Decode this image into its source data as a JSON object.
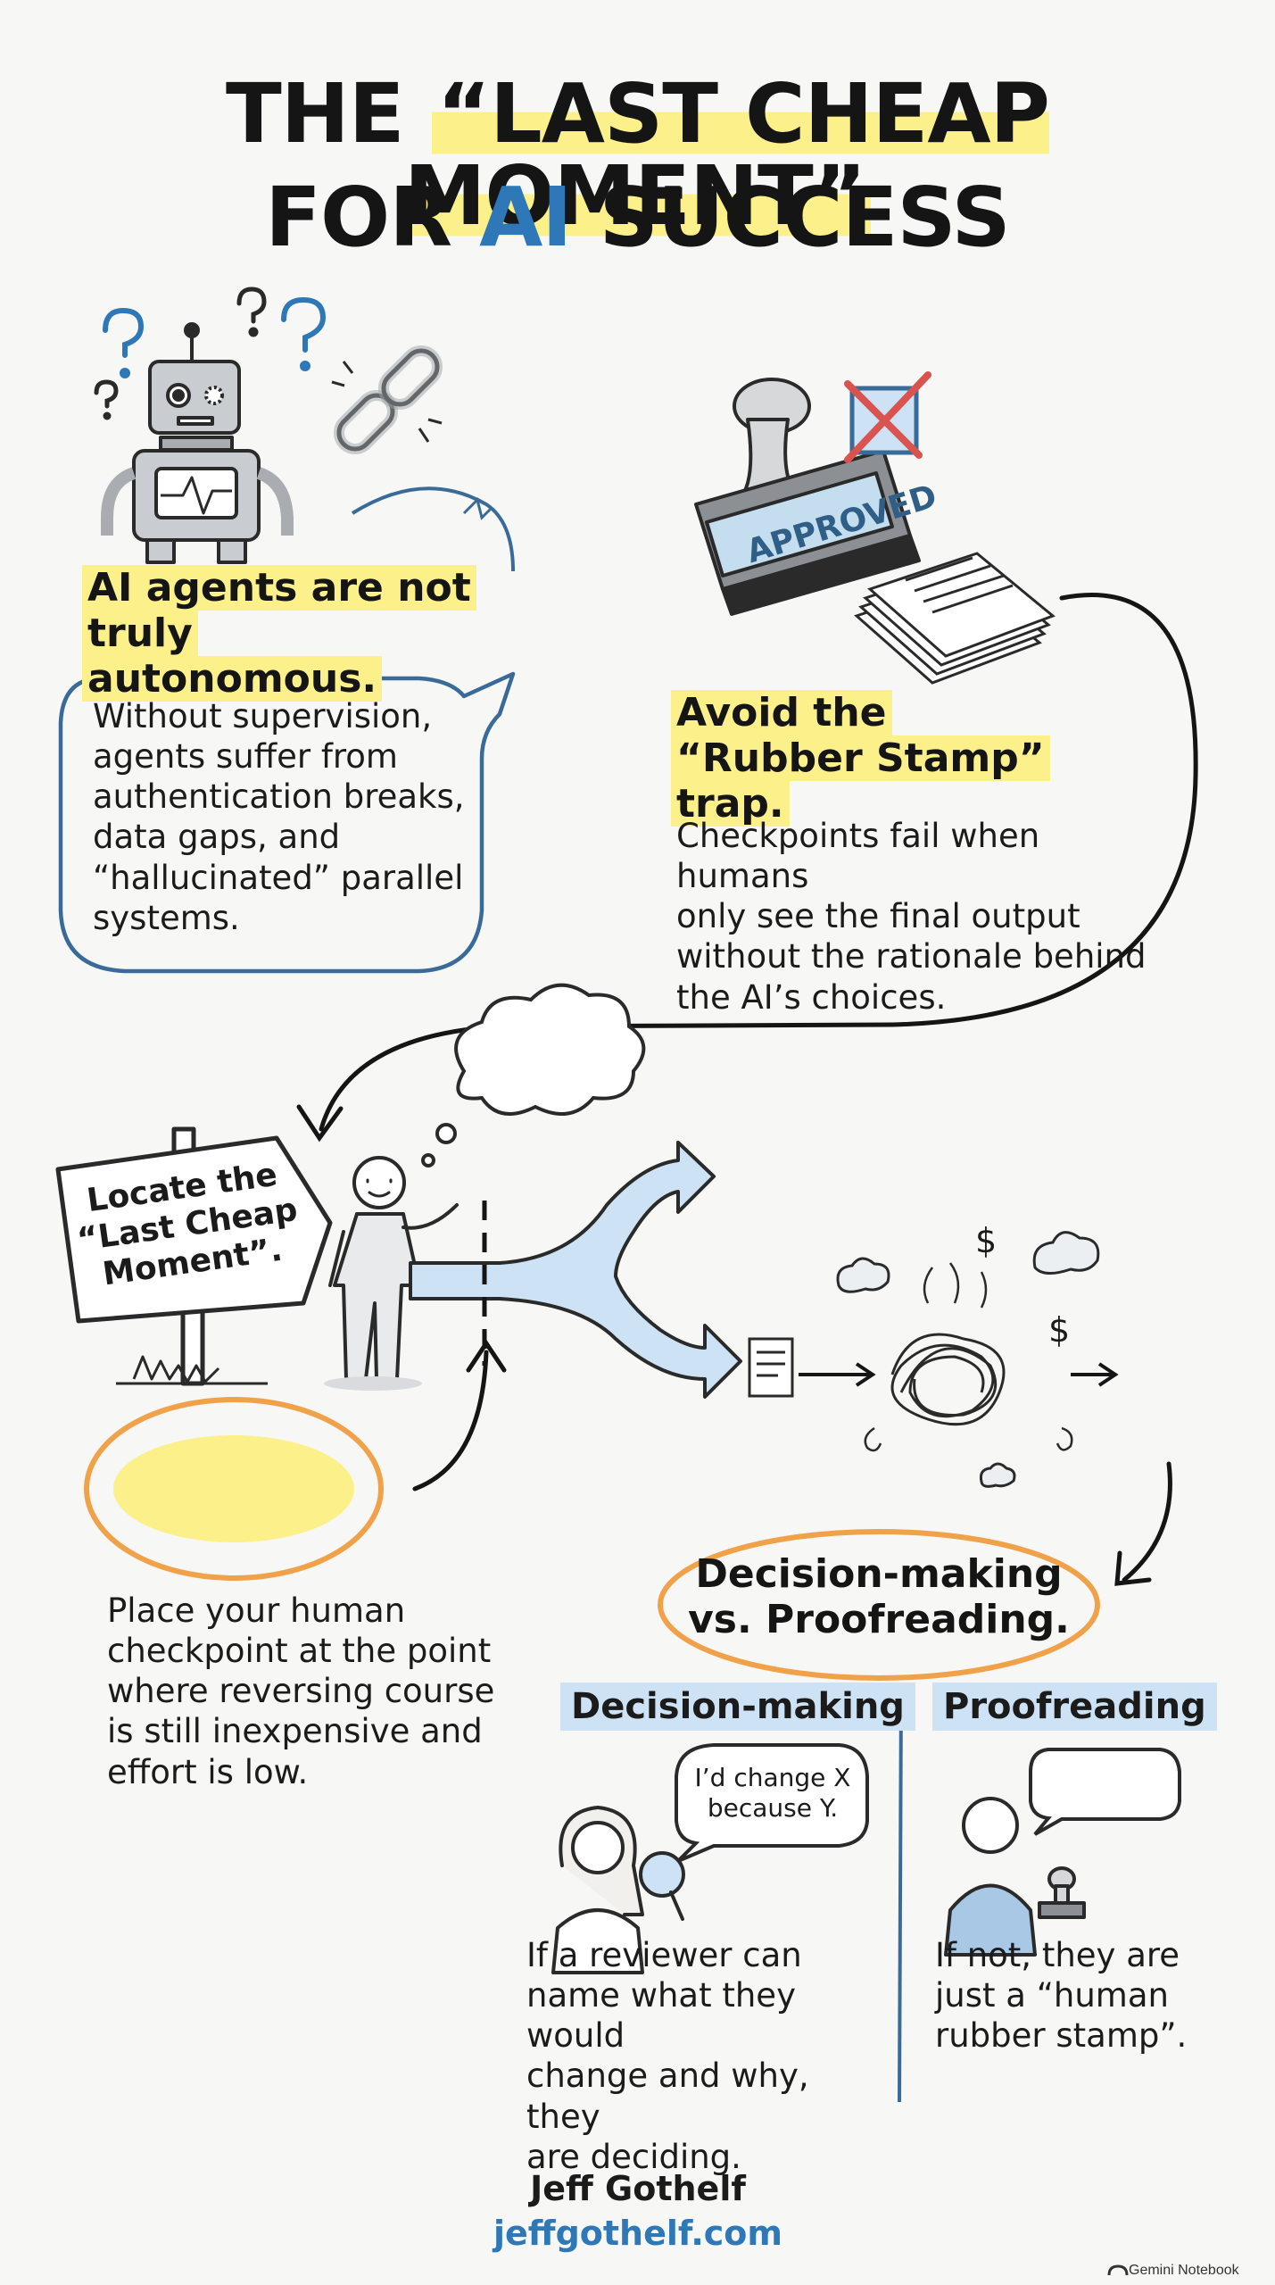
{
  "title": {
    "line1_pre": "THE ",
    "line1_highlight": "“LAST CHEAP MOMENT”",
    "line2_pre": "FOR ",
    "line2_accent": "AI",
    "line2_post": " SUCCESS"
  },
  "section_autonomy": {
    "heading": "AI agents are not truly autonomous.",
    "body": "Without supervision,\nagents suffer from\nauthentication breaks,\ndata gaps, and\n“hallucinated” parallel\nsystems."
  },
  "section_rubber_stamp": {
    "stamp_text": "APPROVED",
    "heading": "Avoid the “Rubber Stamp” trap.",
    "body": "Checkpoints fail when humans\nonly see the final output\nwithout the rationale behind\nthe AI’s choices."
  },
  "section_locate": {
    "sign_text": "Locate the\n“Last Cheap\nMoment”.",
    "body": "Place your human\ncheckpoint at the point\nwhere reversing course\nis still inexpensive and\neffort is low.",
    "money_symbol": "$"
  },
  "section_decision": {
    "heading": "Decision-making vs. Proofreading.",
    "decision_label": "Decision-making",
    "proofreading_label": "Proofreading",
    "decision_bubble": "I’d change X\nbecause Y.",
    "decision_body": "If a reviewer can\nname what they would\nchange and why, they\nare deciding.",
    "proofreading_body": "If not, they are\njust a “human\nrubber stamp”."
  },
  "footer": {
    "author": "Jeff Gothelf",
    "website": "jeffgothelf.com",
    "watermark": "Gemini Notebook"
  },
  "colors": {
    "highlight_yellow": "#fbf08a",
    "accent_blue": "#2f78b8",
    "outline_orange": "#f0a24a",
    "bubble_blue": "#3a6a98",
    "cross_red": "#d9534f",
    "sub_label_blue": "#cde3f5"
  }
}
